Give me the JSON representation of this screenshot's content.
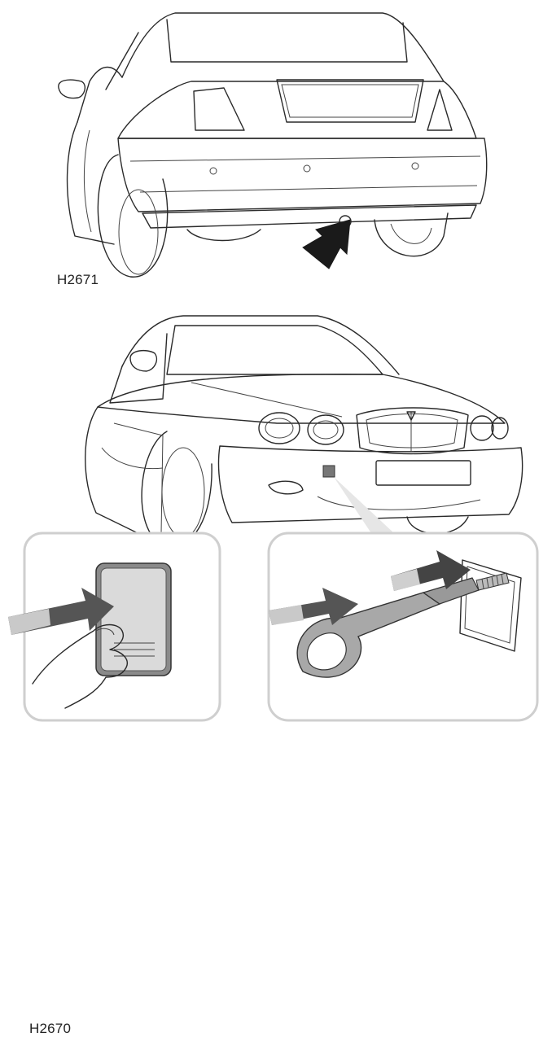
{
  "figures": [
    {
      "id": "rear",
      "reference": "H2671",
      "view": "rear-towing-eye-location"
    },
    {
      "id": "front",
      "reference": "H2670",
      "view": "front-towing-eye-installation"
    }
  ],
  "icons": [
    "car-rear-icon",
    "car-front-icon",
    "arrow-icon",
    "hand-icon",
    "towing-eye-icon"
  ],
  "colors": {
    "line": "#2a2a2a",
    "arrow": "#1a1a1a",
    "inset_border": "#cfcfcf",
    "metal": "#a8a8a8"
  }
}
